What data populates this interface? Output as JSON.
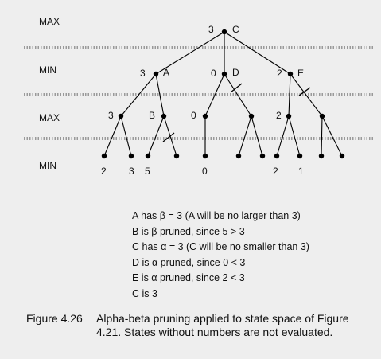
{
  "levels": [
    "MAX",
    "MIN",
    "MAX",
    "MIN"
  ],
  "nodes": {
    "C": {
      "name": "C",
      "value": "3"
    },
    "A": {
      "name": "A",
      "value": "3"
    },
    "D": {
      "name": "D",
      "value": "0"
    },
    "E": {
      "name": "E",
      "value": "2"
    },
    "B": {
      "name": "B",
      "value": ""
    },
    "max1_value": "3",
    "max3_value": "0",
    "max5_value": "2"
  },
  "leaf_values": [
    "2",
    "3",
    "5",
    "0",
    "2",
    "1"
  ],
  "notes": [
    "A has  β = 3 (A will be no larger than 3)",
    "B is  β  pruned, since 5 > 3",
    "C has  α = 3 (C will be no smaller than 3)",
    "D is  α  pruned, since 0 < 3",
    "E is  α  pruned, since 2 < 3",
    "C is 3"
  ],
  "caption": {
    "number": "Figure 4.26",
    "text": "Alpha-beta pruning applied to state space of Figure 4.21. States without numbers are not evaluated."
  }
}
